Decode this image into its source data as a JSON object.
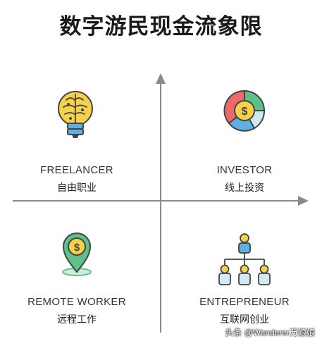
{
  "title": "数字游民现金流象限",
  "quadrants": {
    "top_left": {
      "en": "FREELANCER",
      "cn": "自由职业",
      "icon": "lightbulb-brain-icon"
    },
    "top_right": {
      "en": "INVESTOR",
      "cn": "线上投资",
      "icon": "pie-chart-dollar-icon"
    },
    "bottom_left": {
      "en": "REMOTE WORKER",
      "cn": "远程工作",
      "icon": "location-pin-dollar-icon"
    },
    "bottom_right": {
      "en": "ENTREPRENEUR",
      "cn": "互联网创业",
      "icon": "org-chart-icon"
    }
  },
  "watermark": "头条 @Wanderer万娘娘",
  "colors": {
    "axis": "#8a8a8a",
    "green": "#5cc28a",
    "yellow": "#f2cb3a",
    "red": "#ee6a6a",
    "blue": "#5fb0e0"
  }
}
